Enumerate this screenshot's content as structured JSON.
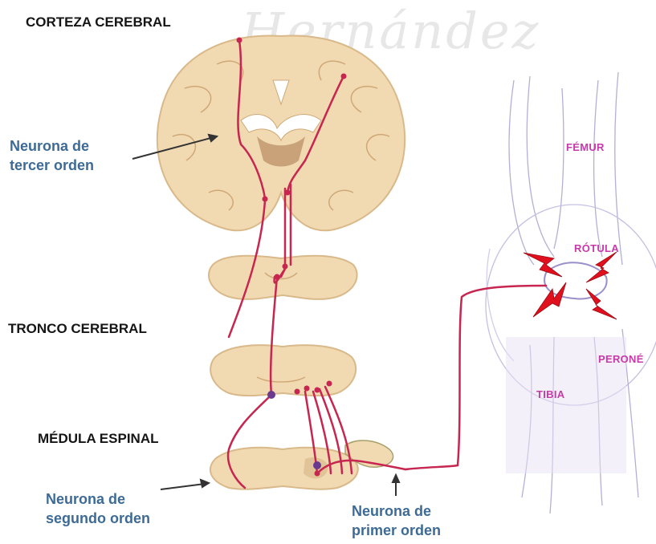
{
  "watermark": "Hernández",
  "labels": {
    "cortex": "CORTEZA CEREBRAL",
    "brainstem": "TRONCO CEREBRAL",
    "spinal_cord": "MÉDULA ESPINAL",
    "third_order_line1": "Neurona de",
    "third_order_line2": "tercer orden",
    "second_order_line1": "Neurona de",
    "second_order_line2": "segundo orden",
    "first_order_line1": "Neurona de",
    "first_order_line2": "primer orden"
  },
  "knee_labels": {
    "femur": "FÉMUR",
    "patella": "RÓTULA",
    "fibula": "PERONÉ",
    "tibia": "TIBIA"
  },
  "colors": {
    "tissue": "#f1d9b2",
    "tissue_outline": "#d9b98a",
    "neuron_pathway": "#c6264f",
    "pain_symbol": "#e0101e",
    "label_blue": "#3d6b96",
    "bone_label": "#c83aa8"
  }
}
